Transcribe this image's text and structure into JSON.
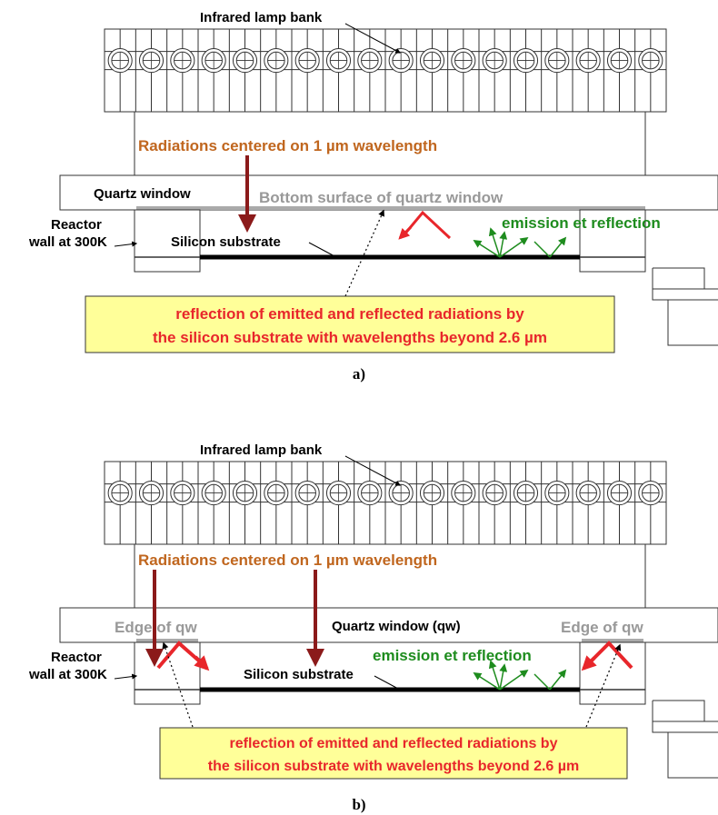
{
  "colors": {
    "line": "#333333",
    "radiation": "#c0661e",
    "radiation_arrow": "#8b1a1a",
    "grey_label": "#999999",
    "green": "#1e8c1e",
    "red": "#e8262b",
    "callout_bg": "#ffff99",
    "callout_text": "#e8262b"
  },
  "panel_a": {
    "lamp_label": "Infrared lamp bank",
    "radiation_label": "Radiations centered on 1 µm wavelength",
    "quartz_label": "Quartz window",
    "bottom_surface_label": "Bottom surface of quartz window",
    "reactor_line1": "Reactor",
    "reactor_line2": "wall at 300K",
    "substrate_label": "Silicon substrate",
    "emission_label": "emission et reflection",
    "callout_line1": "reflection of emitted and reflected radiations by",
    "callout_line2": "the silicon substrate with wavelengths beyond 2.6 µm",
    "caption": "a)"
  },
  "panel_b": {
    "lamp_label": "Infrared lamp bank",
    "radiation_label": "Radiations centered on 1 µm wavelength",
    "quartz_label": "Quartz window (qw)",
    "edge_left_label": "Edge of qw",
    "edge_right_label": "Edge of qw",
    "reactor_line1": "Reactor",
    "reactor_line2": "wall at 300K",
    "substrate_label": "Silicon substrate",
    "emission_label": "emission et reflection",
    "callout_line1": "reflection of emitted and reflected radiations by",
    "callout_line2": "the silicon substrate with wavelengths beyond 2.6 µm",
    "caption": "b)"
  }
}
